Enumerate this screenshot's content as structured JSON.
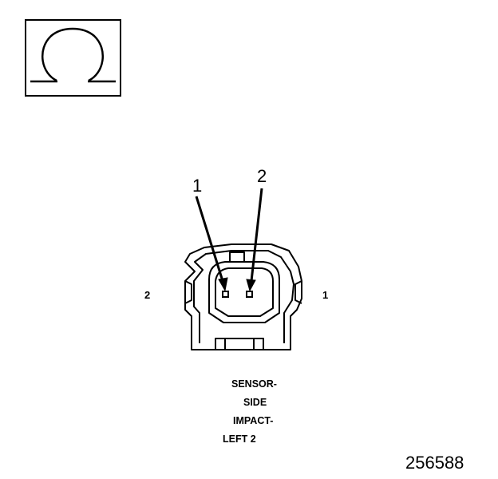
{
  "symbol": {
    "glyph": "Ω",
    "icon": "ohm-icon"
  },
  "callouts": {
    "pin1": "1",
    "pin2": "2"
  },
  "side_labels": {
    "left": "2",
    "right": "1"
  },
  "caption": {
    "line1": "SENSOR-",
    "line2": "SIDE",
    "line3": "IMPACT-",
    "line4": "LEFT 2"
  },
  "figure_number": "256588"
}
